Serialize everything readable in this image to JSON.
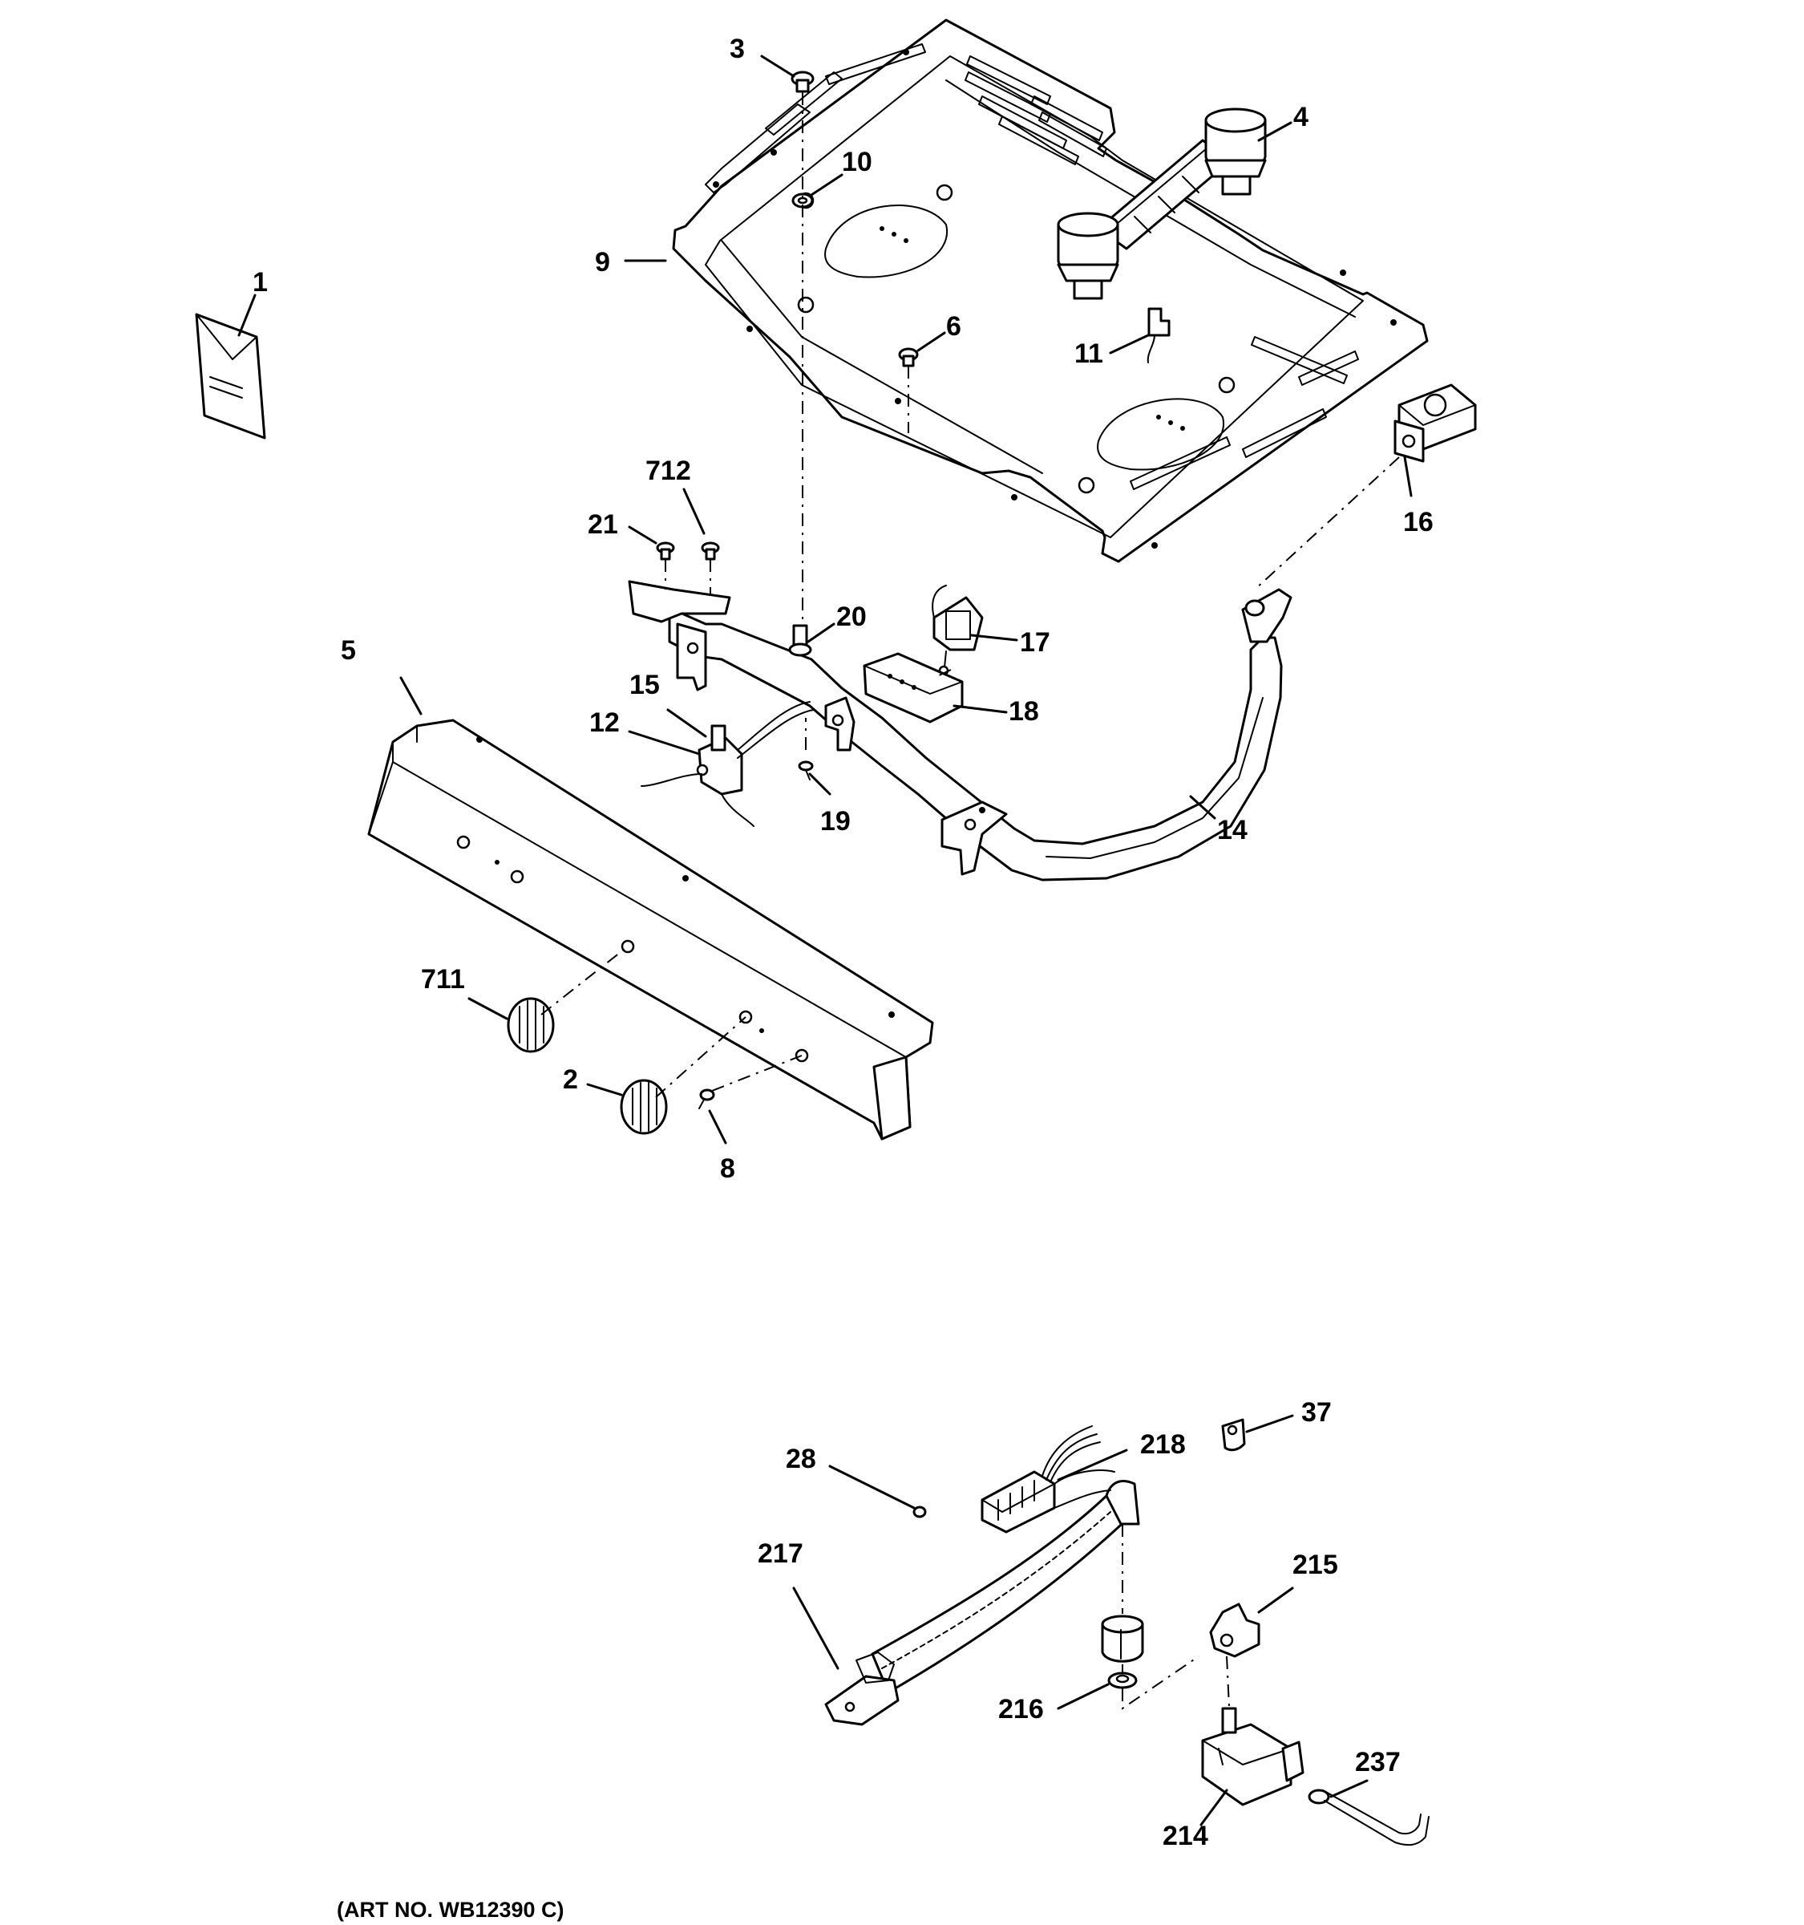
{
  "callouts": {
    "c1": "1",
    "c2": "2",
    "c3": "3",
    "c4": "4",
    "c5": "5",
    "c6": "6",
    "c8": "8",
    "c9": "9",
    "c10": "10",
    "c11": "11",
    "c12": "12",
    "c14": "14",
    "c15": "15",
    "c16": "16",
    "c17": "17",
    "c18": "18",
    "c19": "19",
    "c20": "20",
    "c21": "21",
    "c28": "28",
    "c37": "37",
    "c214": "214",
    "c215": "215",
    "c216": "216",
    "c217": "217",
    "c218": "218",
    "c237": "237",
    "c711": "711",
    "c712": "712"
  },
  "art_number": "(ART NO. WB12390 C)"
}
